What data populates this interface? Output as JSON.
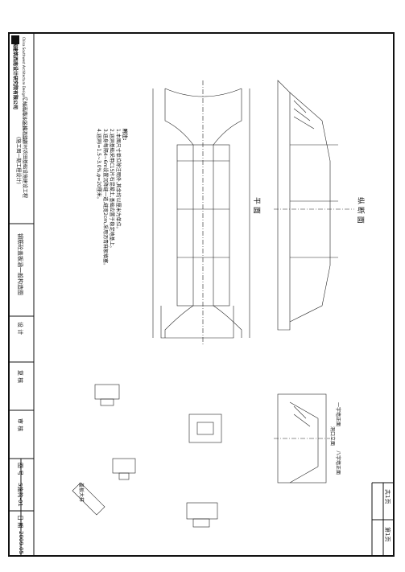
{
  "title_block": {
    "company_cn": "中国建筑西南设计研究院有限公司",
    "company_en": "China Southwest Architecture Design & Research Institute Co.,Ltd",
    "project_line1": "广州市南沙区横沥镇新村农田基础设施建设工程",
    "project_line2": "(施工图一期工程设计)",
    "drawing_title": "钢筋砼盖板涵一般构造图",
    "design_label": "设 计",
    "review_label": "复 核",
    "approve_label": "审 核",
    "figure_no_label": "图 号",
    "figure_no": "S施构-01",
    "date_label": "日 期",
    "date": "2009.05",
    "sheet_total": "共1页",
    "sheet_no": "第1页"
  },
  "notes": {
    "heading": "附注:",
    "items": [
      "1.本图尺寸单位除注明外,其余均以厘米为单位。",
      "2.涵洞基础采用C15片石混凝土,基础应置于稳定地基上。",
      "3.涵身每隔4~6m设置沉降缝一道,缝宽2cm,采用沥青麻絮填塞。",
      "4.涵洞i=1.5~3.0%,φ=20厘米。"
    ]
  },
  "views": {
    "plan_label": "平 面",
    "elevation_label": "纵 断 面",
    "section_label_1": "一字墙正面",
    "section_label_2": "八字墙正面",
    "section_label_3": "洞口立面",
    "detail_label": "盖板大样"
  }
}
